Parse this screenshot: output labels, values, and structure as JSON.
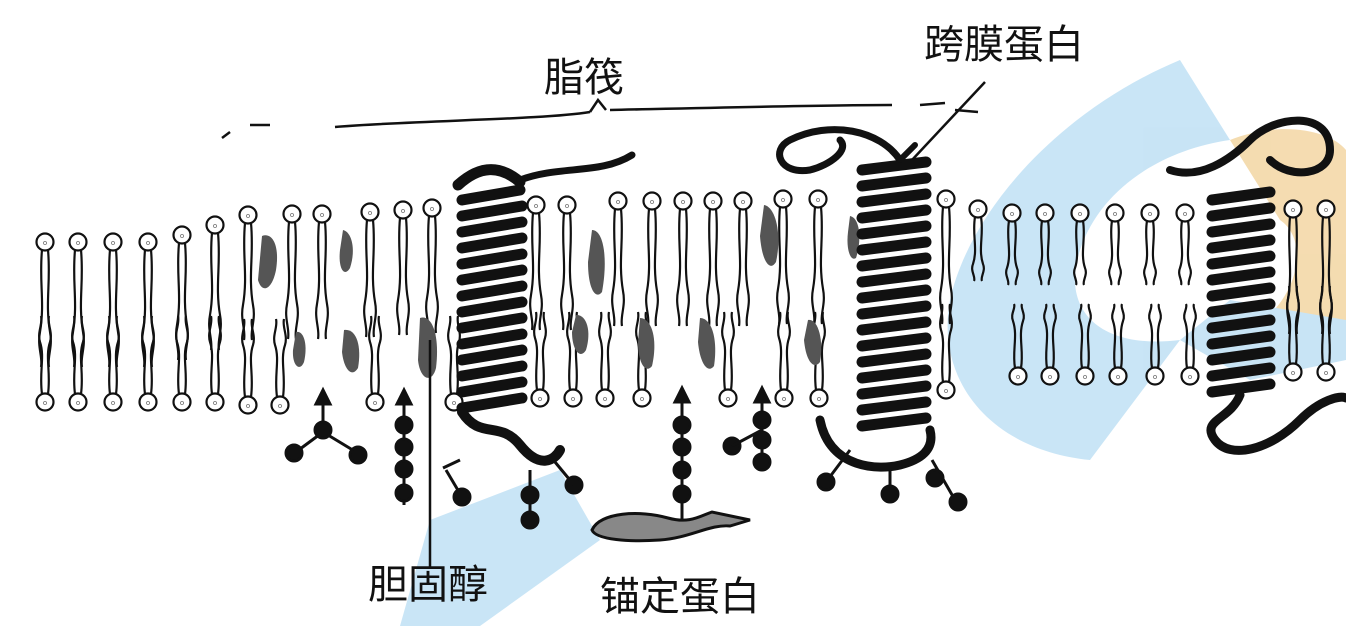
{
  "labels": {
    "lipid_raft": "脂筏",
    "transmembrane_protein": "跨膜蛋白",
    "cholesterol": "胆固醇",
    "anchored_protein": "锚定蛋白"
  },
  "colors": {
    "ink": "#111111",
    "cholesterol_fill": "#555555",
    "watermark_blue": "#bfe0f4",
    "watermark_orange": "#f3d6a3"
  }
}
